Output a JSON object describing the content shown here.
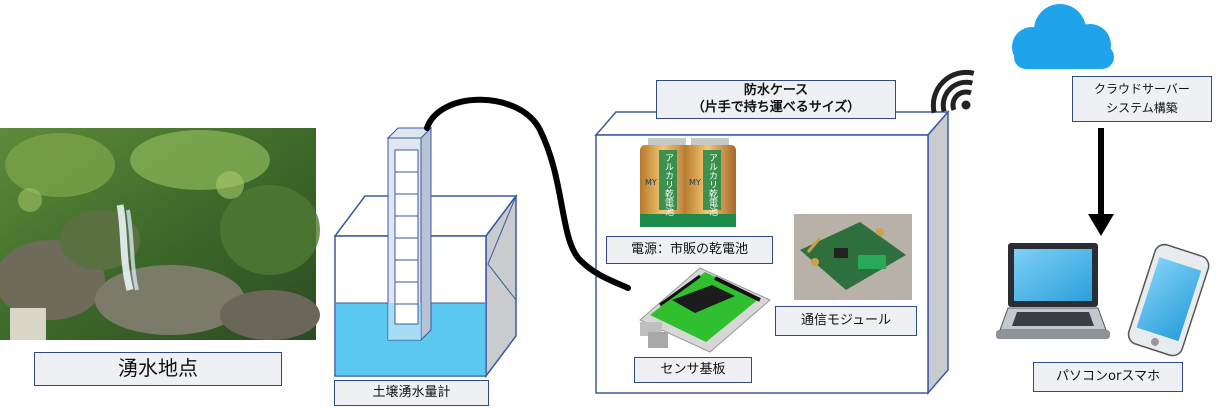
{
  "labels": {
    "spring_point": "湧水地点",
    "meter": "土壌湧水量計",
    "case_title_1": "防水ケース",
    "case_title_2": "（片手で持ち運べるサイズ）",
    "power": "電源：市販の乾電池",
    "board": "センサ基板",
    "comm": "通信モジュール",
    "cloud_1": "クラウドサーバー",
    "cloud_2": "システム構築",
    "device": "パソコンorスマホ"
  },
  "battery_text": "アルカリ乾電池",
  "battery_brand": "MY",
  "colors": {
    "label_border": "#2f4a80",
    "label_fill": "#eef0f3",
    "water": "#5bc8ef",
    "cloud": "#1fa3ea",
    "case_border": "#3a5aa0",
    "side_gray": "#c9cbce",
    "cable": "#000000",
    "battery_gold": "#d9a14a",
    "battery_green": "#1e8a4a",
    "board_green": "#2fbf2f",
    "comm_board": "#2e6f3e"
  },
  "icons": [
    "photo-waterfall",
    "wifi-icon",
    "cloud-icon",
    "laptop-icon",
    "smartphone-icon",
    "down-arrow-icon"
  ]
}
